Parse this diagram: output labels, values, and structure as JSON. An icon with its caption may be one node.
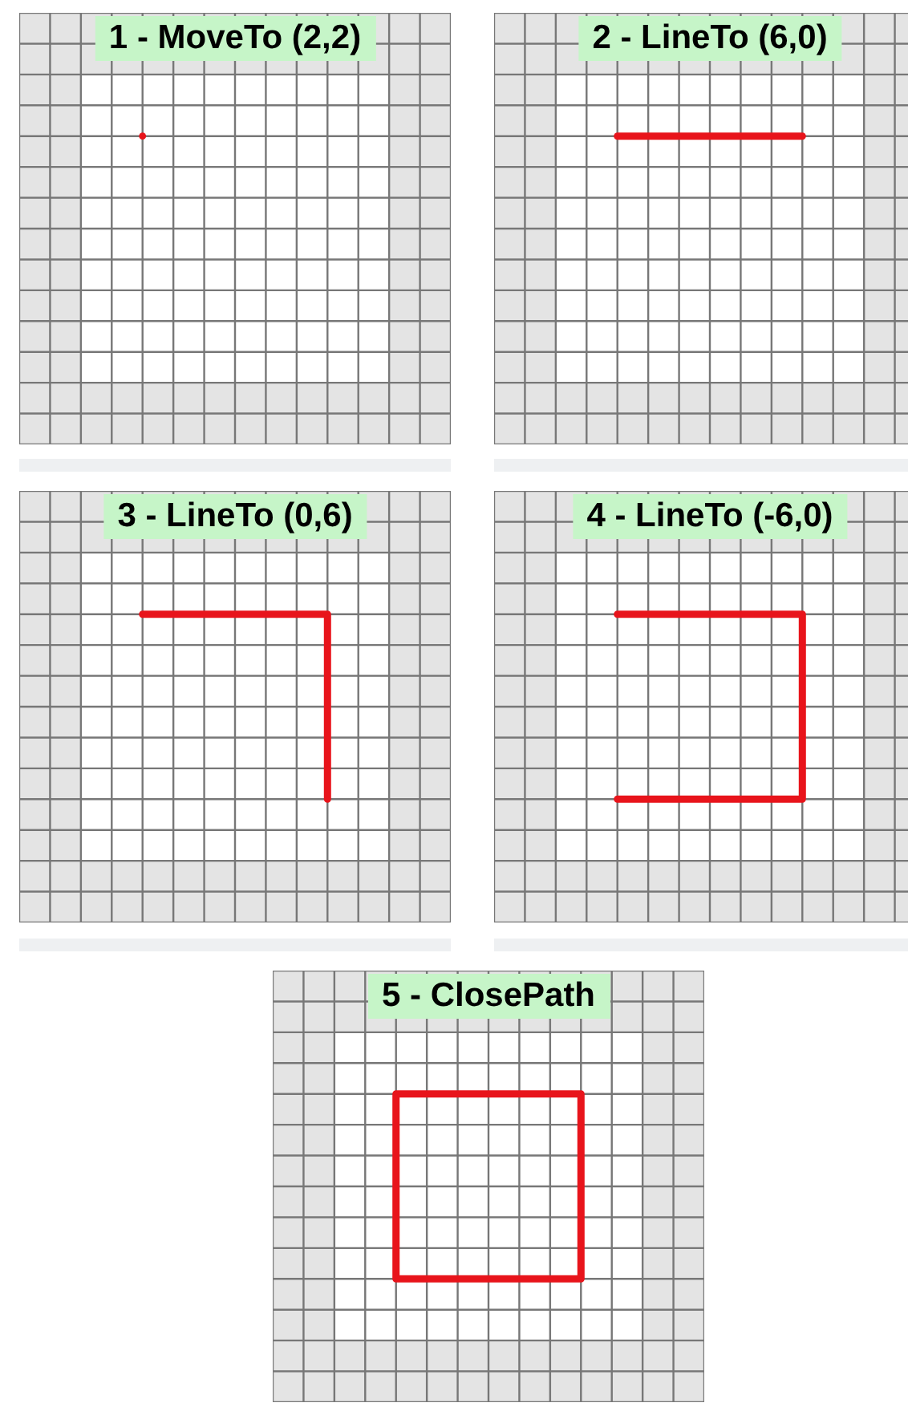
{
  "diagram": {
    "nodes": [
      {
        "text": [
          "1 - MoveTo (2,2)"
        ]
      },
      {
        "text": [
          "2 - LineTo (6,0)"
        ]
      },
      {
        "text": [
          "3 - LineTo (0,6)"
        ]
      },
      {
        "text": [
          "4 - LineTo (-6,0)"
        ]
      },
      {
        "text": [
          "5 - ClosePath"
        ]
      }
    ]
  }
}
